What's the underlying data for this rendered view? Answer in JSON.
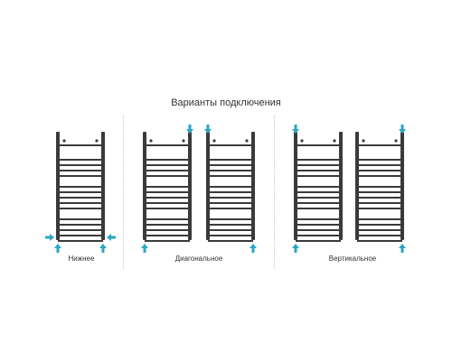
{
  "title": "Варианты подключения",
  "groups": [
    {
      "label": "Нижнее"
    },
    {
      "label": "Диагональное"
    },
    {
      "label": "Вертикальное"
    }
  ],
  "colors": {
    "frame": "#3a3a3a",
    "arrow": "#2aa6c4"
  }
}
